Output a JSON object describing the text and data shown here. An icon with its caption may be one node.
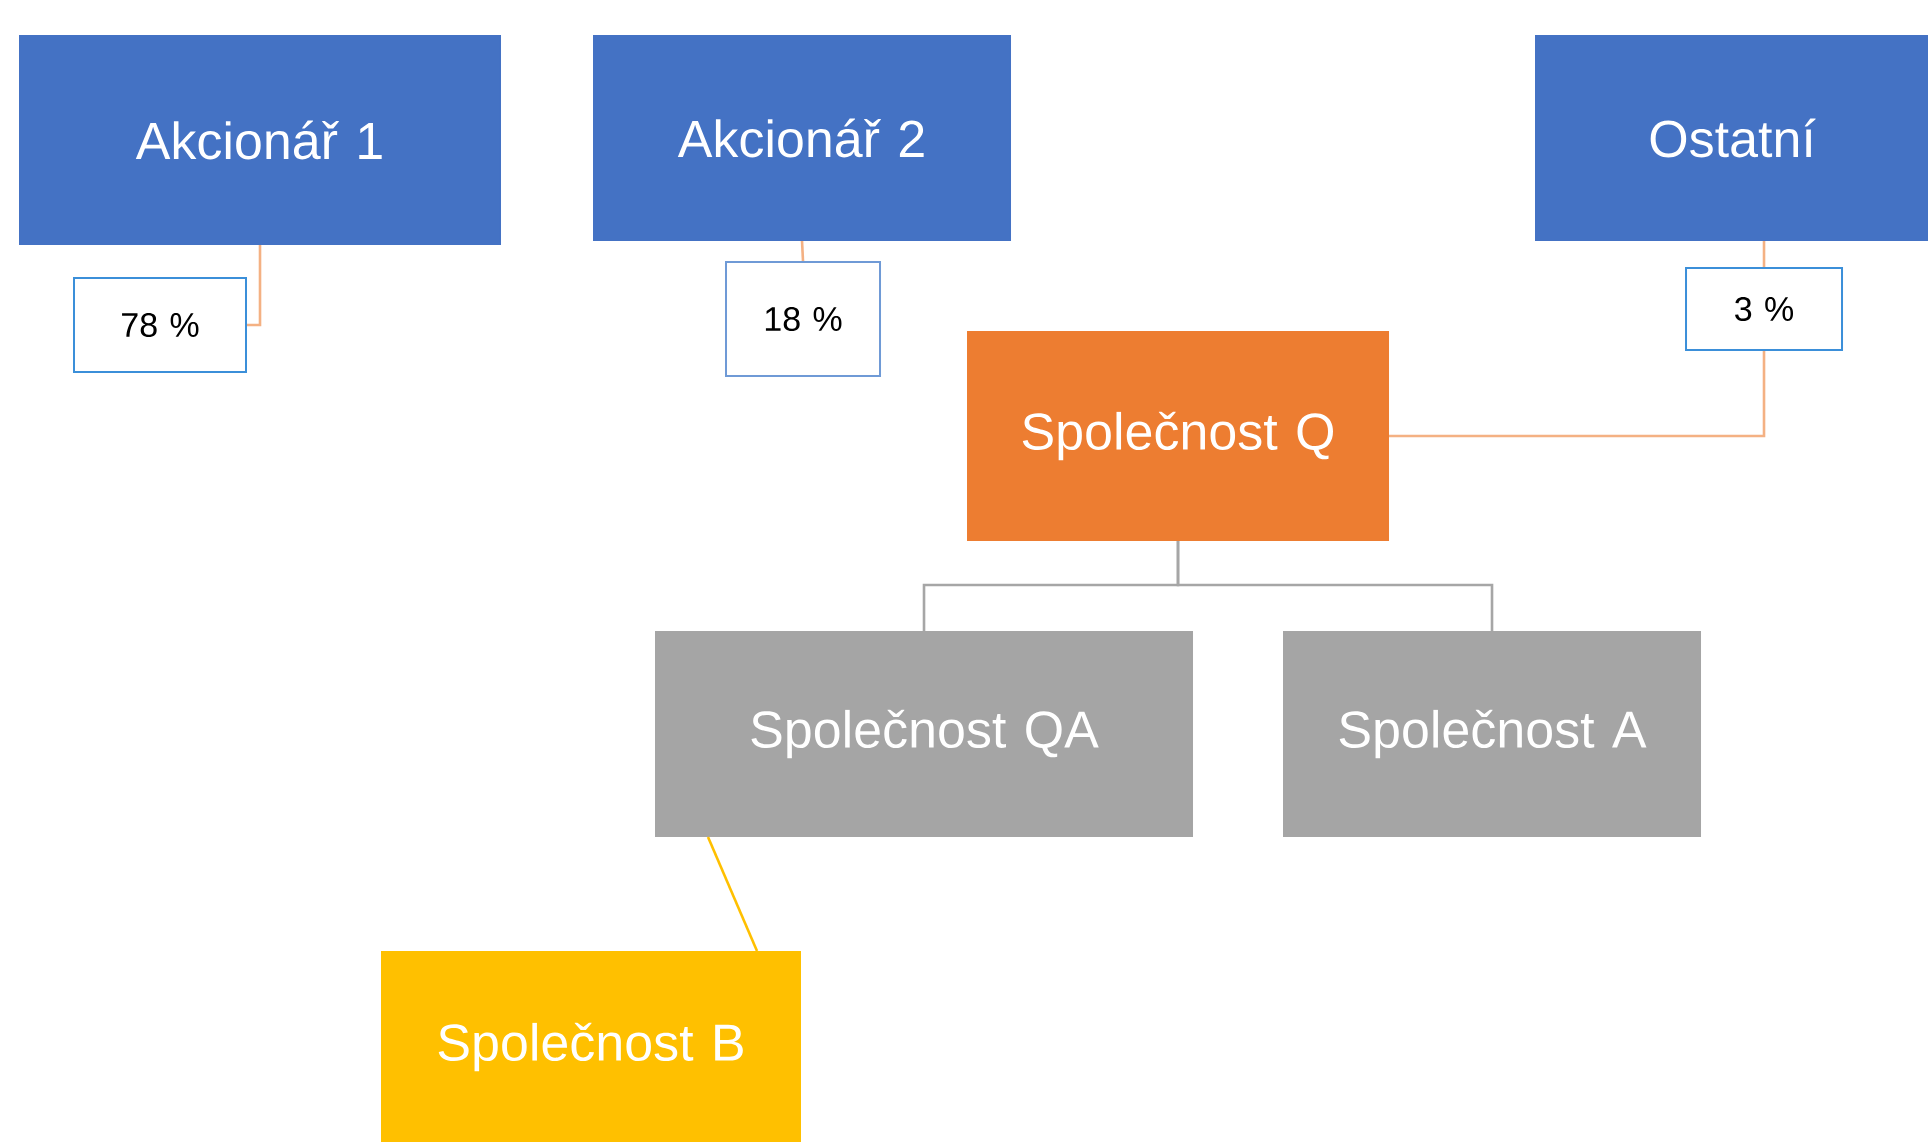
{
  "diagram": {
    "nodes": [
      {
        "text": [
          "Akcionář 1"
        ]
      },
      {
        "text": [
          "Akcionář 2"
        ]
      },
      {
        "text": [
          "Ostatní"
        ]
      },
      {
        "text": [
          "78 %"
        ]
      },
      {
        "text": [
          "18 %"
        ]
      },
      {
        "text": [
          "3 %"
        ]
      },
      {
        "text": [
          "Společnost Q"
        ]
      },
      {
        "text": [
          "Společnost QA"
        ]
      },
      {
        "text": [
          "Společnost A"
        ]
      },
      {
        "text": [
          "Společnost B"
        ]
      }
    ],
    "edges": [
      {
        "from": 0,
        "to": 3,
        "arrow": "none"
      },
      {
        "from": 1,
        "to": 4,
        "arrow": "none"
      },
      {
        "from": 2,
        "to": 5,
        "arrow": "none"
      },
      {
        "from": 5,
        "to": 6,
        "arrow": "none"
      },
      {
        "from": 6,
        "to": 7,
        "arrow": "none",
        "color": "#a6a6a6"
      },
      {
        "from": 6,
        "to": 8,
        "arrow": "none",
        "color": "#a6a6a6"
      },
      {
        "from": 7,
        "to": 9,
        "arrow": "none",
        "color": "#ffc000"
      }
    ]
  }
}
